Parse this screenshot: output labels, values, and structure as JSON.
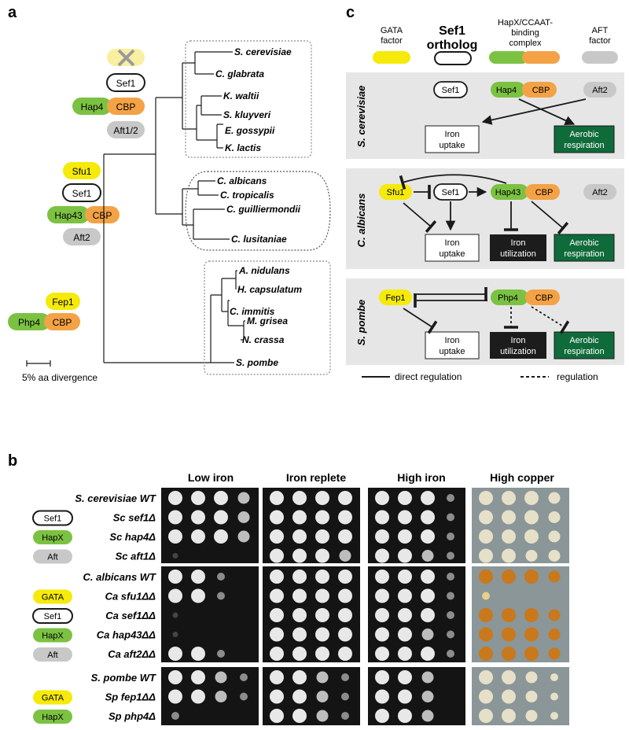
{
  "panel_a": {
    "letter": "a",
    "pill_sef1": "Sef1",
    "pill_hap4": "Hap4",
    "pill_cbp": "CBP",
    "pill_aft12": "Aft1/2",
    "pill_sfu1": "Sfu1",
    "pill_hap43": "Hap43",
    "pill_aft2": "Aft2",
    "pill_fep1": "Fep1",
    "pill_php4": "Php4",
    "species": [
      "S. cerevisiae",
      "C. glabrata",
      "K. waltii",
      "S. kluyveri",
      "E. gossypii",
      "K. lactis",
      "C. albicans",
      "C. tropicalis",
      "C. guilliermondii",
      "C. lusitaniae",
      "A. nidulans",
      "H. capsulatum",
      "C. immitis",
      "M. grisea",
      "N. crassa",
      "S. pombe"
    ],
    "scale_label": "5% aa divergence"
  },
  "panel_c": {
    "letter": "c",
    "legend": {
      "gata": [
        "GATA",
        "factor"
      ],
      "sef1": [
        "Sef1",
        "ortholog"
      ],
      "hapx": [
        "HapX/CCAAT-",
        "binding",
        "complex"
      ],
      "aft": [
        "AFT",
        "factor"
      ]
    },
    "colors": {
      "gata": "#f5ea0a",
      "hapx_green": "#7cc242",
      "cbp_orange": "#f4a246",
      "aft_gray": "#c8c8c8",
      "respiration_green": "#0f6b3a",
      "utilization_black": "#1c1c1c",
      "box_bg": "#e6e6e6"
    },
    "rows": [
      {
        "species": "S. cerevisiae",
        "proteins": [
          "Sef1",
          "Hap4",
          "CBP",
          "Aft2"
        ],
        "outputs": [
          [
            "Iron",
            "uptake"
          ],
          [
            "Aerobic",
            "respiration"
          ]
        ]
      },
      {
        "species": "C. albicans",
        "proteins": [
          "Sfu1",
          "Sef1",
          "Hap43",
          "CBP",
          "Aft2"
        ],
        "outputs": [
          [
            "Iron",
            "uptake"
          ],
          [
            "Iron",
            "utilization"
          ],
          [
            "Aerobic",
            "respiration"
          ]
        ]
      },
      {
        "species": "S. pombe",
        "proteins": [
          "Fep1",
          "Php4",
          "CBP"
        ],
        "outputs": [
          [
            "Iron",
            "uptake"
          ],
          [
            "Iron",
            "utilization"
          ],
          [
            "Aerobic",
            "respiration"
          ]
        ]
      }
    ],
    "key_direct": "direct regulation",
    "key_indirect": "regulation"
  },
  "panel_b": {
    "letter": "b",
    "conditions": [
      "Low iron",
      "Iron replete",
      "High iron",
      "High copper"
    ],
    "groups": [
      {
        "rows": [
          {
            "tag": "",
            "label": "S. cerevisiae WT"
          },
          {
            "tag": "Sef1",
            "label": "Sc sef1Δ"
          },
          {
            "tag": "HapX",
            "label": "Sc hap4Δ"
          },
          {
            "tag": "Aft",
            "label": "Sc aft1Δ"
          }
        ]
      },
      {
        "rows": [
          {
            "tag": "",
            "label": "C. albicans WT"
          },
          {
            "tag": "GATA",
            "label": "Ca sfu1ΔΔ"
          },
          {
            "tag": "Sef1",
            "label": "Ca sef1ΔΔ"
          },
          {
            "tag": "HapX",
            "label": "Ca hap43ΔΔ"
          },
          {
            "tag": "Aft",
            "label": "Ca aft2ΔΔ"
          }
        ]
      },
      {
        "rows": [
          {
            "tag": "",
            "label": "S. pombe WT"
          },
          {
            "tag": "GATA",
            "label": "Sp fep1ΔΔ"
          },
          {
            "tag": "HapX",
            "label": "Sp php4Δ"
          }
        ]
      }
    ],
    "growth": [
      [
        [
          4,
          4,
          4,
          3
        ],
        [
          4,
          4,
          4,
          3
        ],
        [
          4,
          4,
          4,
          3
        ],
        [
          1,
          0,
          0,
          0
        ]
      ],
      [
        [
          4,
          4,
          2,
          0
        ],
        [
          4,
          4,
          2,
          0
        ],
        [
          1,
          0,
          0,
          0
        ],
        [
          1,
          0,
          0,
          0
        ],
        [
          4,
          4,
          2,
          0
        ]
      ],
      [
        [
          4,
          4,
          3,
          2
        ],
        [
          4,
          4,
          3,
          2
        ],
        [
          2,
          0,
          0,
          0
        ]
      ]
    ],
    "growth_replete": [
      [
        [
          4,
          4,
          4,
          4
        ],
        [
          4,
          4,
          4,
          4
        ],
        [
          4,
          4,
          4,
          4
        ],
        [
          4,
          4,
          4,
          3
        ]
      ],
      [
        [
          4,
          4,
          4,
          4
        ],
        [
          4,
          4,
          4,
          4
        ],
        [
          4,
          4,
          4,
          4
        ],
        [
          4,
          4,
          4,
          4
        ],
        [
          4,
          4,
          4,
          4
        ]
      ],
      [
        [
          4,
          4,
          3,
          2
        ],
        [
          4,
          4,
          3,
          2
        ],
        [
          4,
          4,
          3,
          2
        ]
      ]
    ],
    "growth_high_iron": [
      [
        [
          4,
          4,
          4,
          2
        ],
        [
          4,
          4,
          4,
          2
        ],
        [
          4,
          4,
          4,
          2
        ],
        [
          4,
          4,
          3,
          2
        ]
      ],
      [
        [
          4,
          4,
          4,
          2
        ],
        [
          4,
          4,
          4,
          2
        ],
        [
          4,
          4,
          4,
          2
        ],
        [
          4,
          4,
          3,
          2
        ],
        [
          4,
          4,
          4,
          2
        ]
      ],
      [
        [
          4,
          4,
          3,
          0
        ],
        [
          4,
          4,
          3,
          0
        ],
        [
          4,
          4,
          3,
          0
        ]
      ]
    ],
    "growth_copper": [
      [
        [
          4,
          4,
          4,
          3
        ],
        [
          4,
          4,
          4,
          3
        ],
        [
          4,
          4,
          4,
          3
        ],
        [
          4,
          4,
          3,
          3
        ]
      ],
      [
        [
          4,
          4,
          4,
          3
        ],
        [
          2,
          0,
          0,
          0
        ],
        [
          4,
          4,
          4,
          3
        ],
        [
          4,
          4,
          4,
          3
        ],
        [
          4,
          4,
          4,
          3
        ]
      ],
      [
        [
          4,
          4,
          3,
          2
        ],
        [
          4,
          4,
          3,
          2
        ],
        [
          4,
          4,
          3,
          2
        ]
      ]
    ]
  }
}
